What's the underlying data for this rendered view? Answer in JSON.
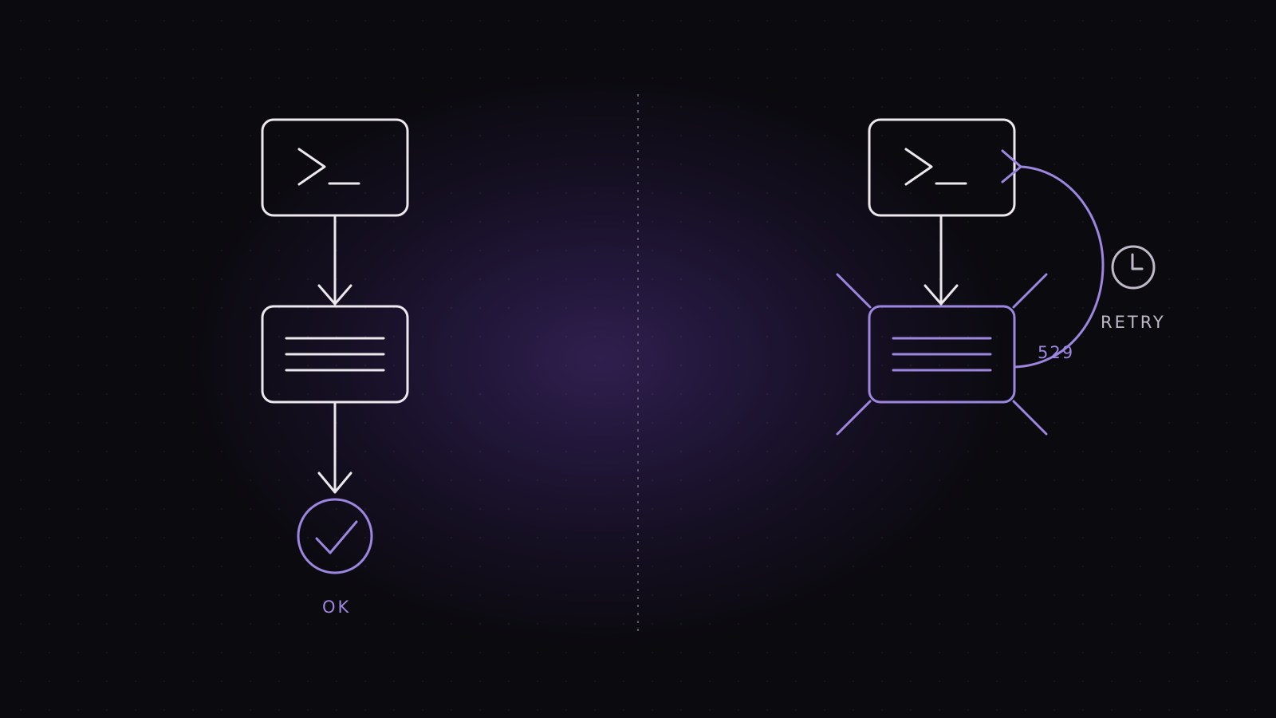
{
  "colors": {
    "background": "#0b0a0f",
    "glow": "#2f1f4e",
    "stroke_light": "#ece8ee",
    "accent": "#9d86e0",
    "muted_text": "#bfb9c9",
    "divider": "#5a5068"
  },
  "left_flow": {
    "nodes": [
      {
        "icon": "terminal-prompt-icon"
      },
      {
        "icon": "document-lines-icon"
      },
      {
        "icon": "check-circle-icon"
      }
    ],
    "result_label": "OK"
  },
  "right_flow": {
    "nodes": [
      {
        "icon": "terminal-prompt-icon"
      },
      {
        "icon": "document-lines-icon",
        "state": "error"
      }
    ],
    "error_code": "529",
    "retry_icon": "clock-icon",
    "retry_label": "RETRY"
  }
}
